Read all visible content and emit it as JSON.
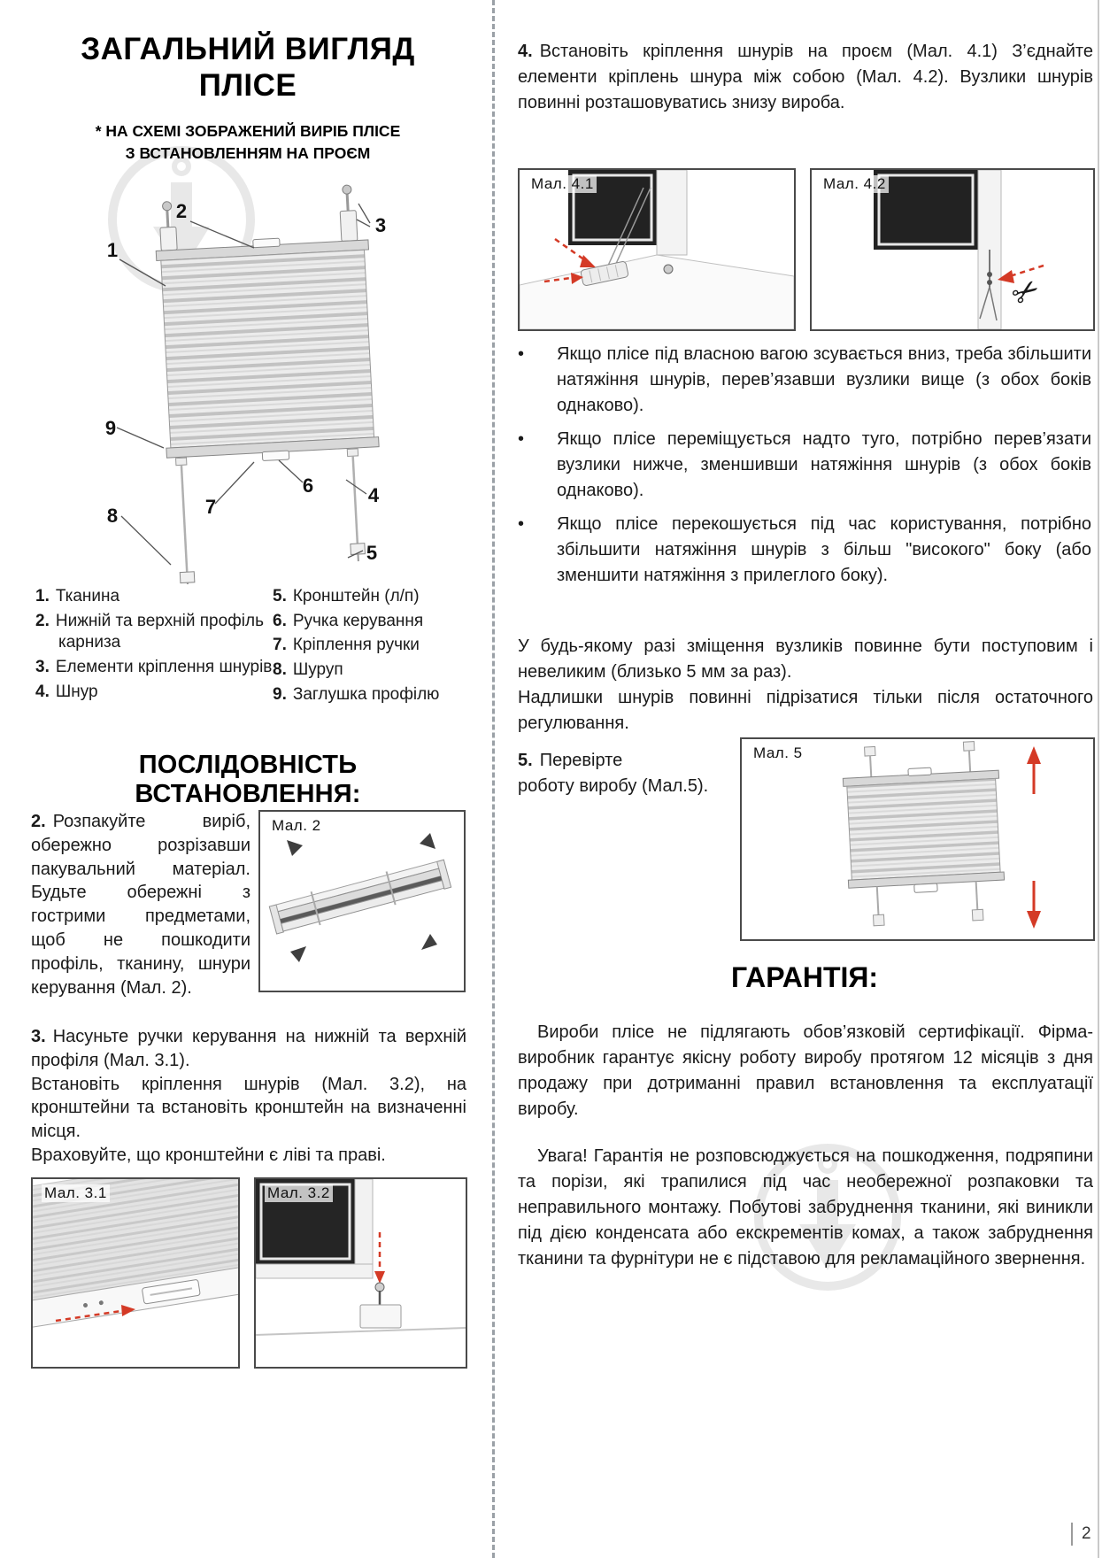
{
  "page": {
    "number": "2",
    "bullet_char": "•"
  },
  "colors": {
    "accent_red": "#d43a26",
    "text": "#1a1a1a",
    "watermark_gray": "#b5b5b5",
    "figure_border": "#4a4a4a"
  },
  "left": {
    "title_line1": "ЗАГАЛЬНИЙ ВИГЛЯД",
    "title_line2": "ПЛІСЕ",
    "subtitle_line1": "* НА СХЕМІ ЗОБРАЖЕНИЙ ВИРІБ ПЛІСЕ",
    "subtitle_line2": "З ВСТАНОВЛЕННЯМ НА ПРОЄМ",
    "diagram_numbers": [
      "1",
      "2",
      "3",
      "4",
      "5",
      "6",
      "7",
      "8",
      "9"
    ],
    "legend_left": [
      {
        "num": "1.",
        "text": "Тканина"
      },
      {
        "num": "2.",
        "text": "Нижній та верхній профіль карниза"
      },
      {
        "num": "3.",
        "text": "Елементи кріплення шнурів"
      },
      {
        "num": "4.",
        "text": "Шнур"
      }
    ],
    "legend_right": [
      {
        "num": "5.",
        "text": "Кронштейн (л/п)"
      },
      {
        "num": "6.",
        "text": "Ручка керування"
      },
      {
        "num": "7.",
        "text": "Кріплення ручки"
      },
      {
        "num": "8.",
        "text": "Шуруп"
      },
      {
        "num": "9.",
        "text": "Заглушка профілю"
      }
    ],
    "section_title": "ПОСЛІДОВНІСТЬ ВСТАНОВЛЕННЯ:",
    "step2": {
      "num": "2.",
      "text": "Розпакуйте виріб, обережно розрізавши пакувальний матеріал. Будьте обережні з гострими предметами, щоб не пошкодити профіль, тканину, шнури керування (Мал. 2)."
    },
    "step3": {
      "num": "3.",
      "line1": "Насуньте ручки керування на нижній та верхній профіля (Мал. 3.1).",
      "line2": "Встановіть кріплення шнурів (Мал. 3.2), на кронштейни та встановіть кронштейн на визначенні місця.",
      "line3": "Враховуйте, що кронштейни є ліві та праві."
    }
  },
  "right": {
    "step4": {
      "num": "4.",
      "text": "Встановіть кріплення шнурів на проєм (Мал. 4.1) З’єднайте елементи кріплень шнура між собою (Мал. 4.2). Вузлики шнурів повинні розташовуватись знизу вироба."
    },
    "bullets": [
      "Якщо плісе під власною вагою зсувається вниз, треба збільшити натяжіння шнурів, перев’язавши вузлики вище (з обох боків однаково).",
      "Якщо плісе переміщується надто туго, потрібно перев’язати вузлики нижче, зменшивши натяжіння шнурів (з обох боків однаково).",
      "Якщо плісе перекошується під час користування, потрібно збільшити натяжіння шнурів з більш \"високого\" боку (або зменшити натяжіння з прилеглого боку)."
    ],
    "note1": "У будь-якому разі зміщення вузликів повинне бути поступовим і невеликим (близько 5 мм за раз).",
    "note2": "Надлишки шнурів повинні підрізатися тільки після остаточного регулювання.",
    "step5": {
      "num": "5.",
      "line1": "Перевірте",
      "line2": "роботу виробу (Мал.5)."
    },
    "warranty_title": "ГАРАНТІЯ:",
    "warranty_p1": "Вироби плісе не підлягають обов’язковій сертифікації. Фірма-виробник гарантує якісну роботу виробу протягом 12 місяців з дня продажу при дотриманні правил встановлення та експлуатації виробу.",
    "warranty_p2": "Увага! Гарантія не розповсюджується на пошкодження, подряпини та порізи, які трапилися під час необережної розпаковки та неправильного монтажу. Побутові забруднення тканини, які виникли під дією конденсата або екскрементів комах, а також забруднення тканини та фурнітури не є підставою для рекламаційного звернення."
  },
  "figures": {
    "f2": "Мал. 2",
    "f31": "Мал. 3.1",
    "f32": "Мал. 3.2",
    "f41": "Мал. 4.1",
    "f42": "Мал. 4.2",
    "f5": "Мал. 5"
  },
  "icons": {
    "scissors": "✂"
  }
}
